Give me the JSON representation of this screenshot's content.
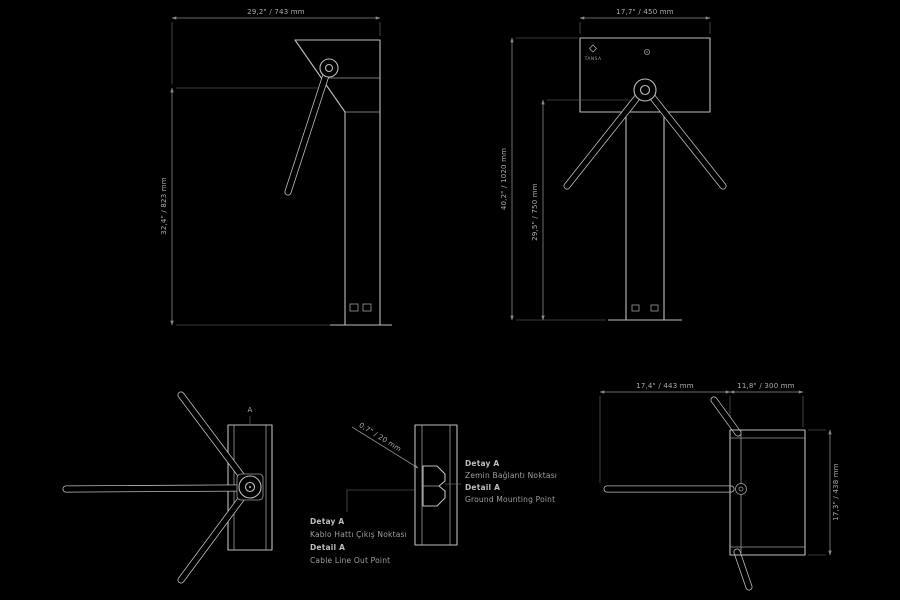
{
  "drawing": {
    "title": "Tripod turnstile technical drawing",
    "colors": {
      "background": "#000000",
      "object_line": "#bcbcbc",
      "dimension_line": "#8a8a8a",
      "text": "#ababab"
    },
    "views": {
      "side": {
        "width_dim": "29,2\" / 743 mm",
        "height_dim": "32,4\" / 823 mm"
      },
      "front": {
        "width_dim": "17,7\" / 450 mm",
        "overall_height_dim": "40,2\" / 1020 mm",
        "arm_height_dim": "29,5\" / 750 mm",
        "logo": "TANSA"
      },
      "top": {
        "section_label": "A"
      },
      "plan": {
        "arm_length_dim": "17,4\" / 443 mm",
        "body_depth_dim": "11,8\" / 300 mm",
        "body_width_dim": "17,3\" / 438 mm"
      },
      "detail": {
        "plate_dim": "0,7\" / 20 mm",
        "ground_note": [
          "Detay A",
          "Zemin Bağlantı Noktası",
          "Detail A",
          "Ground Mounting Point"
        ],
        "cable_note": [
          "Detay A",
          "Kablo Hattı Çıkış Noktası",
          "Detail A",
          "Cable Line Out Point"
        ]
      }
    }
  }
}
